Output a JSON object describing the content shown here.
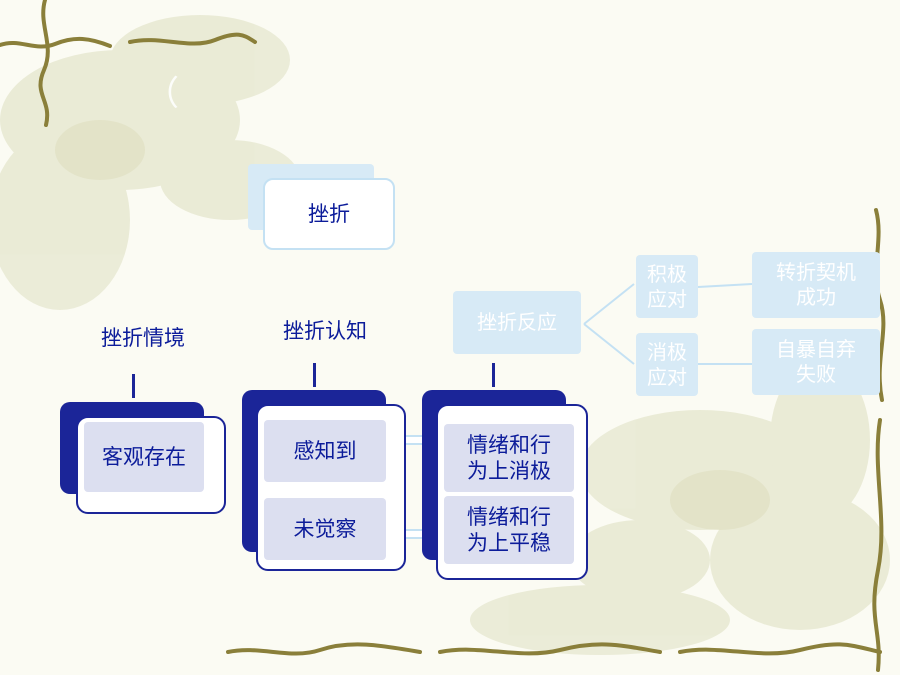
{
  "title": {
    "main": "挫折"
  },
  "columns": {
    "situation": {
      "heading": "挫折情境",
      "content": "客观存在"
    },
    "cognition": {
      "heading": "挫折认知",
      "item1": "感知到",
      "item2": "未觉察"
    },
    "response": {
      "item1_line1": "情绪和行",
      "item1_line2": "为上消极",
      "item2_line1": "情绪和行",
      "item2_line2": "为上平稳"
    }
  },
  "reaction_tree": {
    "root": "挫折反应",
    "positive": {
      "line1": "积极",
      "line2": "应对"
    },
    "negative": {
      "line1": "消极",
      "line2": "应对"
    },
    "positive_result": {
      "line1": "转折契机",
      "line2": "成功"
    },
    "negative_result": {
      "line1": "自暴自弃",
      "line2": "失败"
    }
  },
  "colors": {
    "navy": "#1b2598",
    "text_blue": "#0c1c9a",
    "light_blue": "#d7eaf6",
    "light_outline": "#c4e1f3",
    "inner_fill": "#dcdff0",
    "vine": "#8a7f3a"
  }
}
